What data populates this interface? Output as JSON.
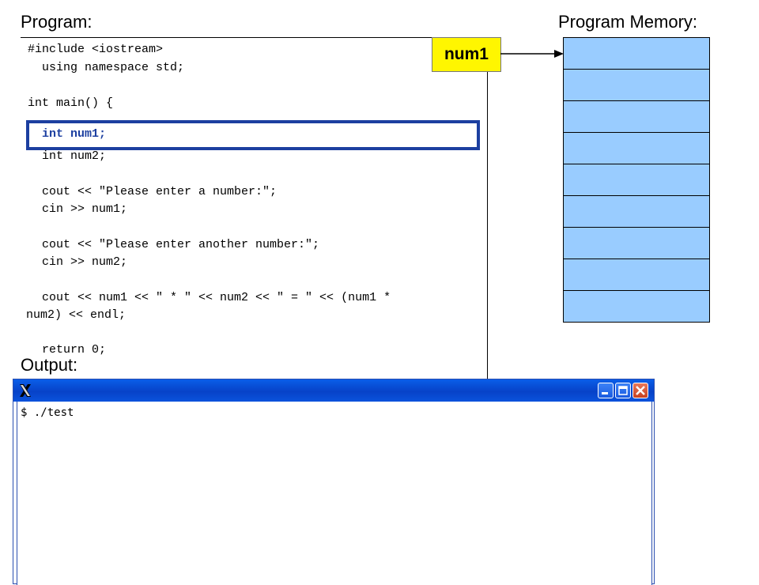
{
  "headings": {
    "program": "Program:",
    "memory": "Program Memory:",
    "output": "Output:"
  },
  "code": {
    "lines": [
      "#include <iostream>",
      "  using namespace std;",
      "int main() {",
      "  int num1;",
      "  int num2;",
      "  cout << \"Please enter a number:\";",
      "  cin >> num1;",
      "  cout << \"Please enter another number:\";",
      "  cin >> num2;",
      "  cout << num1 << \" * \" << num2 << \" = \" << (num1 *",
      "num2) << endl;",
      "  return 0;"
    ],
    "highlighted_line": 3
  },
  "memory": {
    "variable_label": "num1",
    "cell_count": 9,
    "cell_color": "#99ccff",
    "label_color": "#fff600"
  },
  "terminal": {
    "prompt_line": "$ ./test",
    "title_icon": "x-window-icon",
    "buttons": [
      "minimize-icon",
      "maximize-icon",
      "close-icon"
    ]
  },
  "colors": {
    "highlight": "#1c3fa0",
    "titlebar": "#0742c8"
  }
}
